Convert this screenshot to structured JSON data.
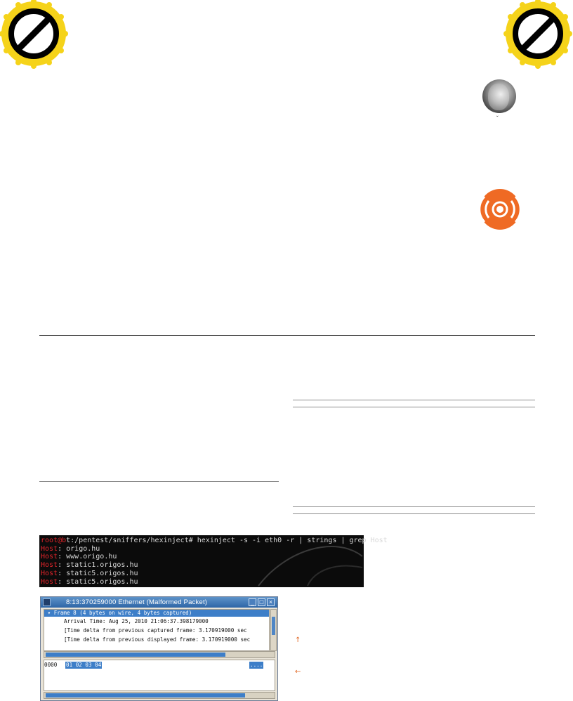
{
  "colors": {
    "badge_yellow": "#f5d31a",
    "badge_ring": "#000000",
    "accent_orange": "#ef6a24",
    "terminal_bg": "#0b0b0b",
    "terminal_red": "#e0242a",
    "selection_blue": "#3d7ec8"
  },
  "icons": {
    "badge": "no-entry-sign-icon",
    "sound": "sound-waves-icon",
    "arrow_up": "arrow-up-icon",
    "arrow_left": "arrow-left-icon"
  },
  "avatar": {
    "caret": "ˇ"
  },
  "terminal": {
    "prompt_user": "root@b",
    "prompt_rest": "t:/pentest/sniffers/hexinject# hexinject -s -i eth0 -r | strings | grep Host",
    "lines": [
      {
        "key": "Host",
        "value": ": origo.hu"
      },
      {
        "key": "Host",
        "value": ": www.origo.hu"
      },
      {
        "key": "Host",
        "value": ": static1.origos.hu"
      },
      {
        "key": "Host",
        "value": ": static5.origos.hu"
      },
      {
        "key": "Host",
        "value": ": static5.origos.hu"
      }
    ]
  },
  "packet_window": {
    "title": "8:13:370259000  Ethernet (Malformed Packet)",
    "buttons": [
      "_",
      "□",
      "×"
    ],
    "detail_rows": {
      "frame": "Frame 8 (4 bytes on wire, 4 bytes captured)",
      "arrival": "Arrival Time: Aug 25, 2010 21:06:37.398179000",
      "delta_captured": "[Time delta from previous captured frame: 3.170919000 sec",
      "delta_displayed": "[Time delta from previous displayed frame: 3.170919000 sec"
    },
    "hex_view": {
      "offset": "0000",
      "bytes": "01 02 03 04",
      "ascii": "...."
    }
  },
  "markers": {
    "up": "↑",
    "left": "←"
  }
}
